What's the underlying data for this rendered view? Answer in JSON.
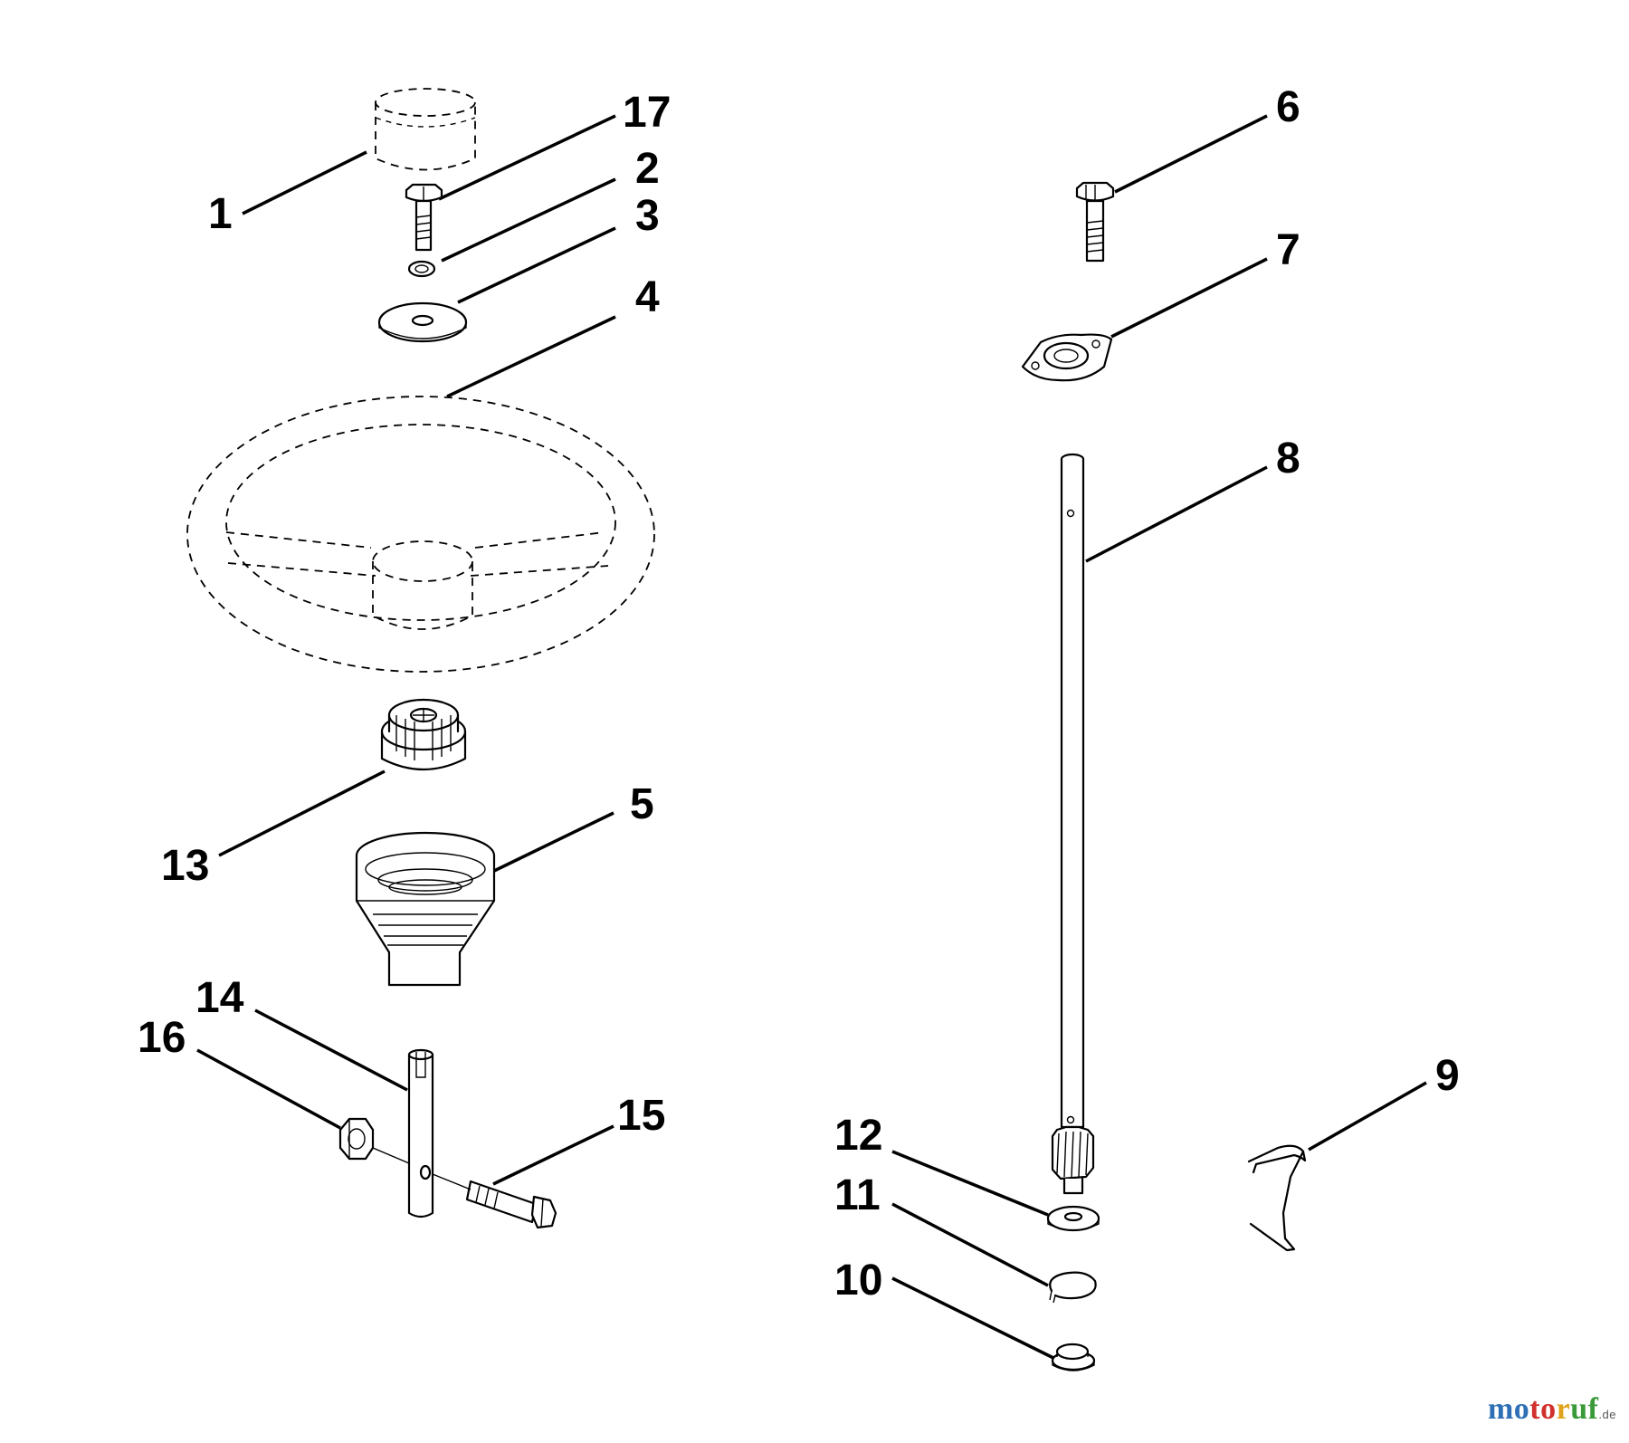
{
  "diagram": {
    "callouts": {
      "c1": "1",
      "c2": "2",
      "c3": "3",
      "c4": "4",
      "c5": "5",
      "c6": "6",
      "c7": "7",
      "c8": "8",
      "c9": "9",
      "c10": "10",
      "c11": "11",
      "c12": "12",
      "c13": "13",
      "c14": "14",
      "c15": "15",
      "c16": "16",
      "c17": "17"
    },
    "watermark": "motoruf.de"
  },
  "colors": {
    "line": "#000000",
    "background": "#ffffff"
  }
}
